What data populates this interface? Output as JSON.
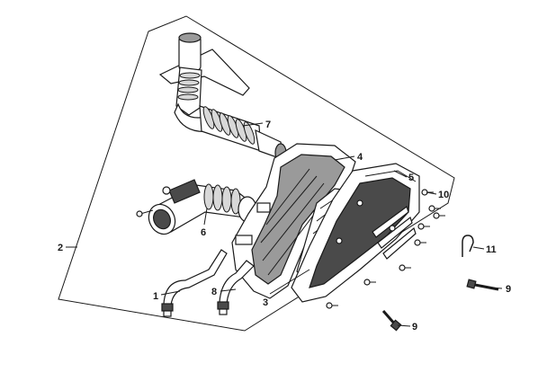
{
  "diagram": {
    "callouts": [
      {
        "id": "1",
        "label": "1"
      },
      {
        "id": "2",
        "label": "2"
      },
      {
        "id": "3",
        "label": "3"
      },
      {
        "id": "4",
        "label": "4"
      },
      {
        "id": "5",
        "label": "5"
      },
      {
        "id": "6",
        "label": "6"
      },
      {
        "id": "7",
        "label": "7"
      },
      {
        "id": "8",
        "label": "8"
      },
      {
        "id": "9a",
        "label": "9"
      },
      {
        "id": "9b",
        "label": "9"
      },
      {
        "id": "10",
        "label": "10"
      },
      {
        "id": "11",
        "label": "11"
      }
    ]
  },
  "colors": {
    "ink": "#1a1a1a",
    "background": "#ffffff",
    "shade_dark": "#4a4a4a",
    "shade_mid": "#9a9a9a"
  }
}
